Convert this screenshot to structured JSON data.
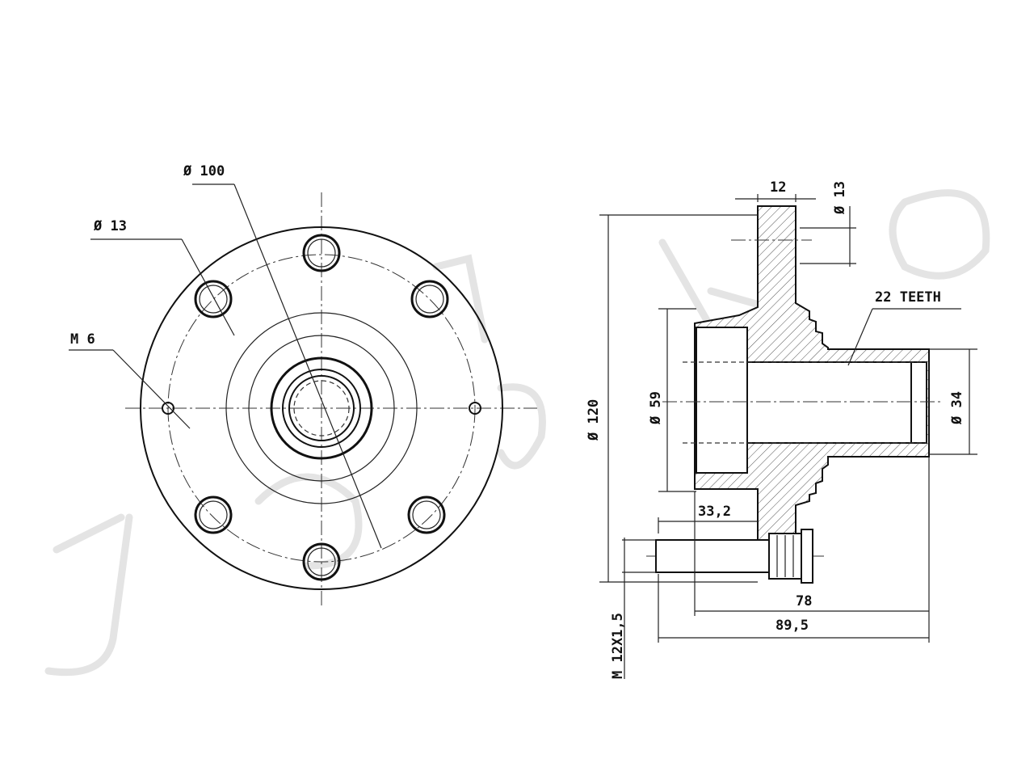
{
  "labels": {
    "front_pcd": "Ø 100",
    "front_hole": "Ø 13",
    "front_thread": "M 6",
    "side_flange_thickness": "12",
    "side_hole": "Ø 13",
    "side_teeth": "22 TEETH",
    "side_outer_dia": "Ø 120",
    "side_spigot_dia": "Ø 59",
    "side_bore_dia": "Ø 34",
    "side_offset": "33,2",
    "side_stud_thread": "M 12X1,5",
    "side_length_78": "78",
    "side_length_895": "89,5"
  },
  "colors": {
    "line": "#111111",
    "watermark": "#e4e4e4",
    "background": "#ffffff"
  }
}
